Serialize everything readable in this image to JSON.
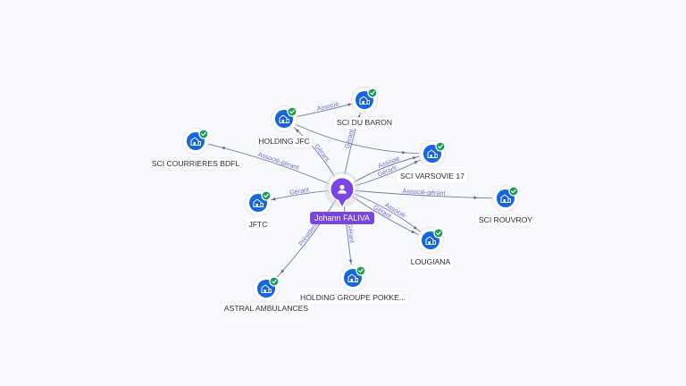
{
  "center": {
    "name": "Johann FALIVA",
    "icon": "person-icon",
    "color": "#7b45e6"
  },
  "nodes": [
    {
      "id": "holding-jfc",
      "name": "HOLDING JFC",
      "icon": "building-icon",
      "verified": true
    },
    {
      "id": "sci-du-baron",
      "name": "SCI DU BARON",
      "icon": "building-icon",
      "verified": true
    },
    {
      "id": "sci-courrieres-bdfl",
      "name": "SCI COURRIERES BDFL",
      "icon": "building-icon",
      "verified": true
    },
    {
      "id": "sci-varsovie-17",
      "name": "SCI VARSOVIE 17",
      "icon": "building-icon",
      "verified": true
    },
    {
      "id": "jftc",
      "name": "JFTC",
      "icon": "building-icon",
      "verified": true
    },
    {
      "id": "sci-rouvroy",
      "name": "SCI ROUVROY",
      "icon": "building-icon",
      "verified": true
    },
    {
      "id": "lougiana",
      "name": "LOUGIANA",
      "icon": "building-icon",
      "verified": true
    },
    {
      "id": "holding-groupe-pokke",
      "name": "HOLDING GROUPE POKKE...",
      "icon": "building-icon",
      "verified": true
    },
    {
      "id": "astral-ambulances",
      "name": "ASTRAL AMBULANCES",
      "icon": "building-icon",
      "verified": true
    }
  ],
  "edges": [
    {
      "from": "center",
      "to": "holding-jfc",
      "label": "Gérant"
    },
    {
      "from": "center",
      "to": "sci-du-baron",
      "label": "Gérant"
    },
    {
      "from": "holding-jfc",
      "to": "sci-du-baron",
      "label": "Associé"
    },
    {
      "from": "holding-jfc",
      "to": "sci-varsovie-17",
      "label": ""
    },
    {
      "from": "center",
      "to": "sci-courrieres-bdfl",
      "label": "Associé-gérant"
    },
    {
      "from": "center",
      "to": "sci-varsovie-17",
      "label": "Gérant"
    },
    {
      "from": "center",
      "to": "sci-varsovie-17",
      "label": "Associé"
    },
    {
      "from": "center",
      "to": "jftc",
      "label": "Gérant"
    },
    {
      "from": "center",
      "to": "sci-rouvroy",
      "label": "Associé-gérant"
    },
    {
      "from": "center",
      "to": "lougiana",
      "label": "Gérant"
    },
    {
      "from": "center",
      "to": "lougiana",
      "label": "Associé"
    },
    {
      "from": "center",
      "to": "holding-groupe-pokke",
      "label": "Gérant"
    },
    {
      "from": "center",
      "to": "astral-ambulances",
      "label": "Président"
    }
  ]
}
